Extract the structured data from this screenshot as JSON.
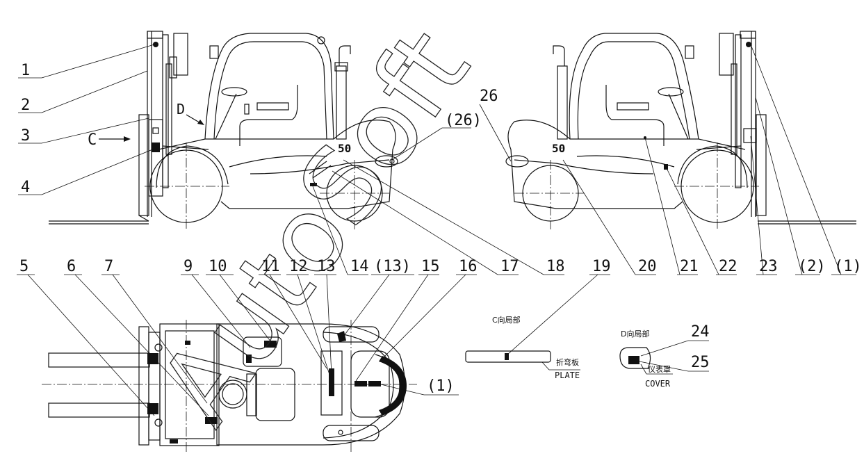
{
  "diagram": {
    "callouts_top_left": [
      "1",
      "2",
      "3",
      "4"
    ],
    "callouts_middle_top": [
      "26",
      "(26)"
    ],
    "callouts_bottom_row": [
      "5",
      "6",
      "7",
      "9",
      "10",
      "11",
      "12",
      "13",
      "14",
      "(13)",
      "15",
      "16",
      "17",
      "18",
      "19",
      "20",
      "21",
      "22",
      "23",
      "(2)",
      "(1)"
    ],
    "callout_plan_right": "(1)",
    "callouts_cover": [
      "24",
      "25"
    ],
    "arrow_c": "C",
    "arrow_d": "D",
    "counterweight_left": "50",
    "counterweight_right": "50",
    "view_c_title": "C向局部",
    "view_d_title": "D向局部",
    "plate_cn": "折弯板",
    "plate_en": "PLATE",
    "cover_cn": "仪表罩",
    "cover_en": "COVER"
  },
  "watermark": "AutoSoft"
}
